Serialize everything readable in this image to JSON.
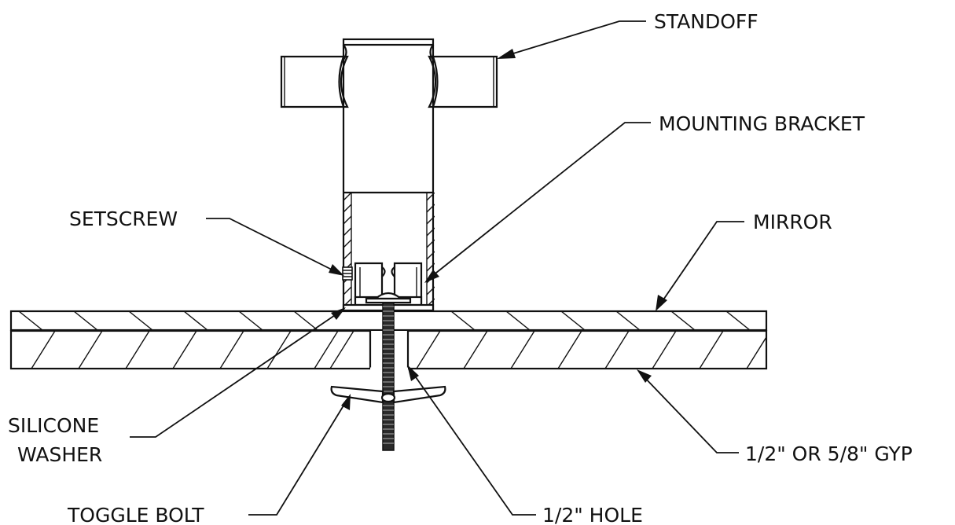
{
  "labels": {
    "standoff": "STANDOFF",
    "mounting_bracket": "MOUNTING BRACKET",
    "setscrew": "SETSCREW",
    "mirror": "MIRROR",
    "silicone_line1": "SILICONE",
    "silicone_line2": "WASHER",
    "gyp": "1/2\" OR 5/8\" GYP",
    "toggle_bolt": "TOGGLE BOLT",
    "hole": "1/2\" HOLE"
  },
  "colors": {
    "line": "#111111",
    "background": "#ffffff"
  }
}
